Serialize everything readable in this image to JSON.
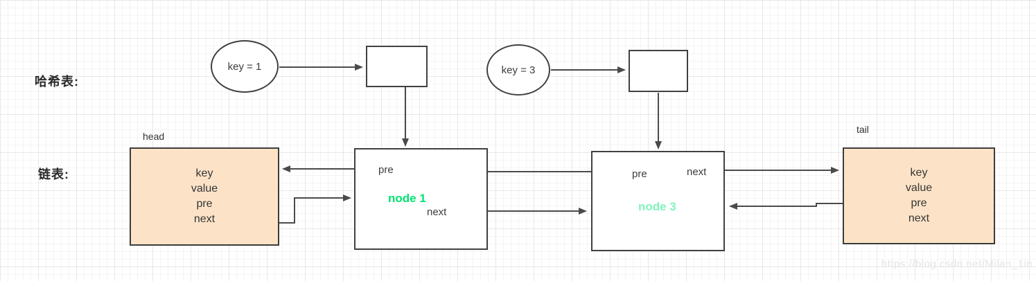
{
  "sections": {
    "hash_label": "哈希表:",
    "list_label": "链表:"
  },
  "hash_table": {
    "entries": [
      {
        "label": "key = 1"
      },
      {
        "label": "key = 3"
      }
    ]
  },
  "linked_list": {
    "head": {
      "title": "head",
      "fields": [
        "key",
        "value",
        "pre",
        "next"
      ]
    },
    "tail": {
      "title": "tail",
      "fields": [
        "key",
        "value",
        "pre",
        "next"
      ]
    },
    "nodes": [
      {
        "name": "node 1",
        "pre_label": "pre",
        "next_label": "next",
        "color": "#00e472"
      },
      {
        "name": "node 3",
        "pre_label": "pre",
        "next_label": "next",
        "color": "#7ff5bb"
      }
    ]
  },
  "watermark": {
    "text": "https://blog.csdn.net/Milan_1in"
  },
  "colors": {
    "sentinel_fill": "#fce3c7",
    "shape_border": "#404040",
    "arrow_line": "#4a4a4a",
    "node1_text": "#00e472",
    "node3_text": "#7ff5bb",
    "grid_minor": "#f4f4f4",
    "grid_major": "#e7e7e7"
  }
}
